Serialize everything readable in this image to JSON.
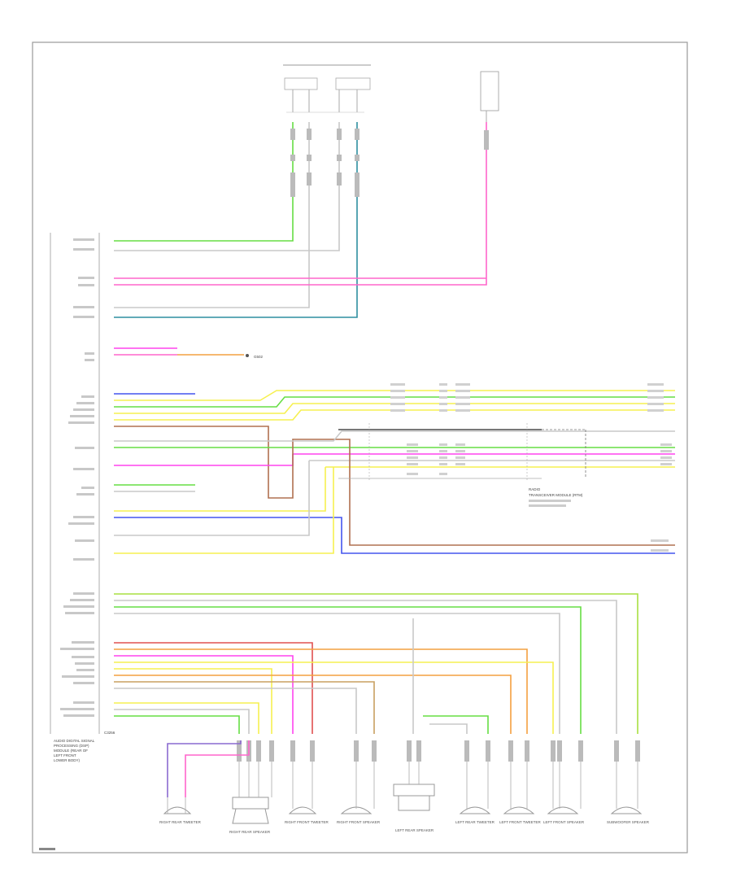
{
  "colors": {
    "frame": "#9a9a9a",
    "wire_gray": "#c8c8c8",
    "red": "#e05050",
    "pink": "#ff66cc",
    "magenta": "#ff44ee",
    "green": "#66dd44",
    "lime": "#a8e040",
    "blue": "#4455ee",
    "yellow": "#f6f050",
    "teal": "#2f8fa0",
    "brown": "#b07050",
    "orange": "#f4a040",
    "violet": "#8a6ad0"
  },
  "diagram": {
    "module_label_lines": [
      "AUDIO DIGITAL SIGNAL",
      "PROCESSING (DSP)",
      "MODULE (REAR OF",
      "LEFT FRONT",
      "LOWER BODY)"
    ],
    "ground_label": "G502",
    "lower_connector_label": "C3256",
    "right_harness_lines": [
      "RADIO",
      "TRANSCEIVER MODULE (RTM)"
    ],
    "components": [
      {
        "name": "RIGHT REAR TWEETER"
      },
      {
        "name": "RIGHT REAR SPEAKER"
      },
      {
        "name": "RIGHT FRONT TWEETER"
      },
      {
        "name": "RIGHT FRONT SPEAKER"
      },
      {
        "name": "LEFT REAR SPEAKER"
      },
      {
        "name": "LEFT REAR TWEETER"
      },
      {
        "name": "LEFT FRONT TWEETER"
      },
      {
        "name": "LEFT FRONT SPEAKER"
      },
      {
        "name": "SUBWOOFER SPEAKER"
      }
    ]
  }
}
